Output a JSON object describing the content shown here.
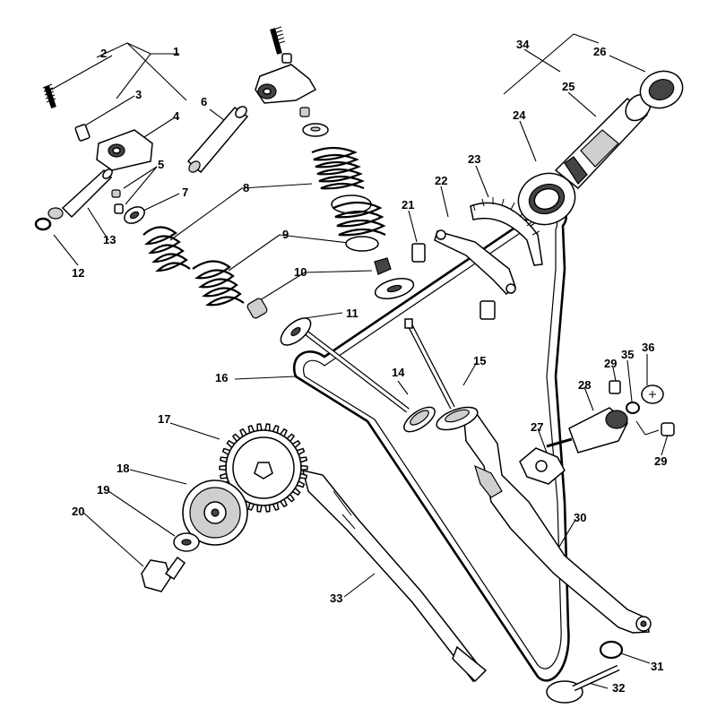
{
  "callouts": [
    {
      "id": "1",
      "text": "1"
    },
    {
      "id": "2",
      "text": "2"
    },
    {
      "id": "3",
      "text": "3"
    },
    {
      "id": "4",
      "text": "4"
    },
    {
      "id": "5",
      "text": "5"
    },
    {
      "id": "6",
      "text": "6"
    },
    {
      "id": "7",
      "text": "7"
    },
    {
      "id": "8",
      "text": "8"
    },
    {
      "id": "9",
      "text": "9"
    },
    {
      "id": "10",
      "text": "10"
    },
    {
      "id": "11",
      "text": "11"
    },
    {
      "id": "12",
      "text": "12"
    },
    {
      "id": "13",
      "text": "13"
    },
    {
      "id": "14",
      "text": "14"
    },
    {
      "id": "15",
      "text": "15"
    },
    {
      "id": "16",
      "text": "16"
    },
    {
      "id": "17",
      "text": "17"
    },
    {
      "id": "18",
      "text": "18"
    },
    {
      "id": "19",
      "text": "19"
    },
    {
      "id": "20",
      "text": "20"
    },
    {
      "id": "21",
      "text": "21"
    },
    {
      "id": "22",
      "text": "22"
    },
    {
      "id": "23",
      "text": "23"
    },
    {
      "id": "24",
      "text": "24"
    },
    {
      "id": "25",
      "text": "25"
    },
    {
      "id": "26",
      "text": "26"
    },
    {
      "id": "27",
      "text": "27"
    },
    {
      "id": "28",
      "text": "28"
    },
    {
      "id": "29a",
      "text": "29"
    },
    {
      "id": "29b",
      "text": "29"
    },
    {
      "id": "30",
      "text": "30"
    },
    {
      "id": "31",
      "text": "31"
    },
    {
      "id": "32",
      "text": "32"
    },
    {
      "id": "33",
      "text": "33"
    },
    {
      "id": "34",
      "text": "34"
    },
    {
      "id": "35",
      "text": "35"
    },
    {
      "id": "36",
      "text": "36"
    }
  ]
}
